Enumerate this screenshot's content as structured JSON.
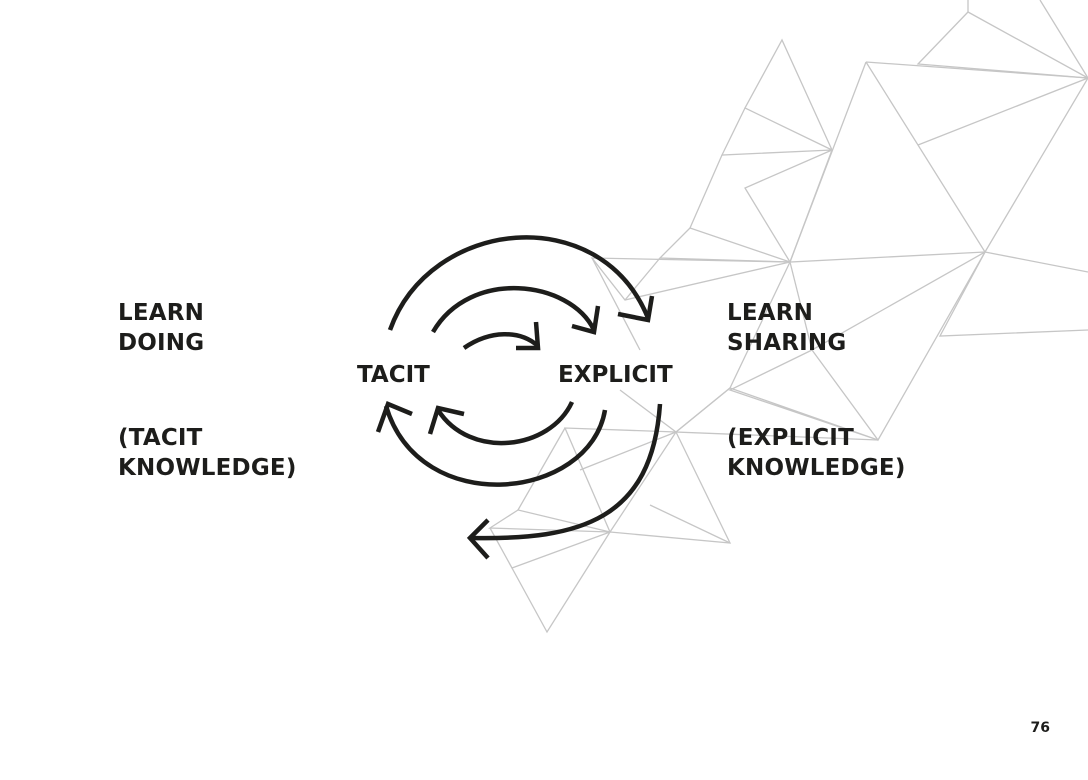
{
  "left": {
    "learn_line1": "LEARN",
    "learn_line2": "DOING",
    "knowledge_line1": "(TACIT",
    "knowledge_line2": "KNOWLEDGE)"
  },
  "right": {
    "learn_line1": "LEARN",
    "learn_line2": "SHARING",
    "knowledge_line1": "(EXPLICIT",
    "knowledge_line2": "KNOWLEDGE)"
  },
  "center": {
    "tacit": "TACIT",
    "explicit": "EXPLICIT"
  },
  "page_number": "76",
  "colors": {
    "text": "#1d1d1b",
    "arrow": "#1d1d1b",
    "mesh": "#c8c8c8"
  }
}
